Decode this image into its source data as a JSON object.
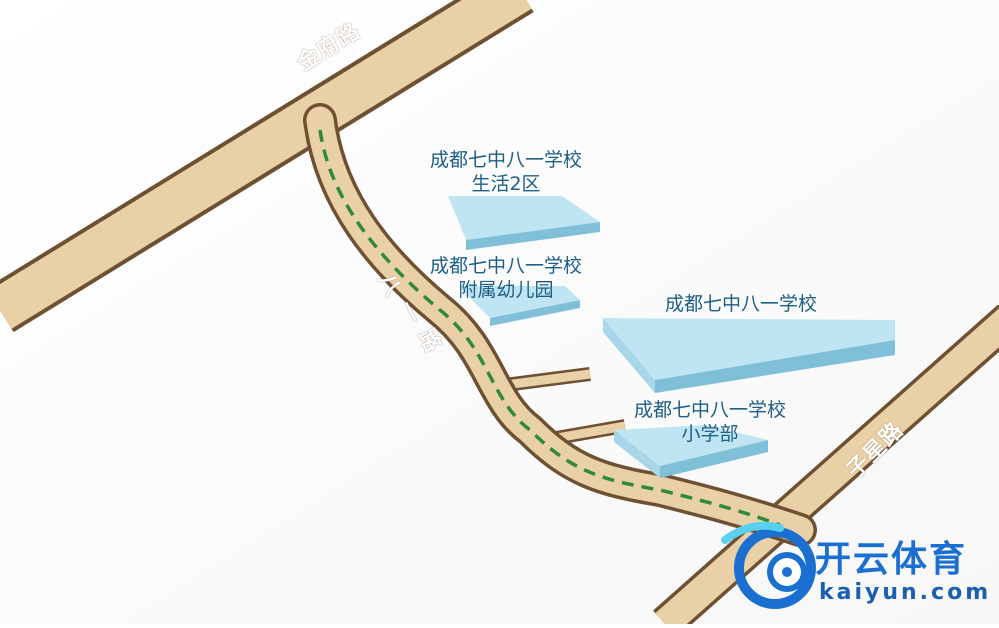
{
  "roads": {
    "jinfu": "金府路",
    "bayi_chars": [
      "八",
      "一",
      "路"
    ],
    "zixing": "子星路"
  },
  "buildings": {
    "living_zone": {
      "line1": "成都七中八一学校",
      "line2": "生活2区"
    },
    "kindergarten": {
      "line1": "成都七中八一学校",
      "line2": "附属幼儿园"
    },
    "main_school": {
      "line1": "成都七中八一学校"
    },
    "primary": {
      "line1": "成都七中八一学校",
      "line2": "小学部"
    }
  },
  "logo": {
    "chinese": "开云体育",
    "english": "kaiyun.com"
  },
  "colors": {
    "road_fill": "#ead0a6",
    "road_edge": "#6e5032",
    "route_dash": "#2f8a3a",
    "building_top": "#bfe5f2",
    "building_side": "#7fc0d8",
    "label_text": "#1d5f86",
    "logo_blue": "#1a6fd0"
  }
}
